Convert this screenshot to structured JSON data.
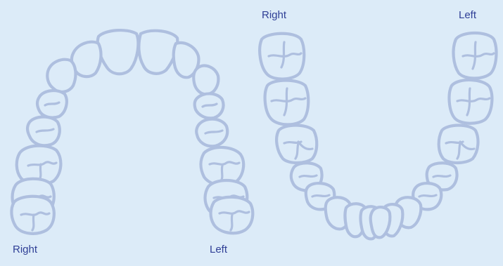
{
  "upper_arch": {
    "right_label": "Right",
    "left_label": "Left"
  },
  "lower_arch": {
    "right_label": "Right",
    "left_label": "Left"
  },
  "colors": {
    "background": "#dcebf8",
    "tooth_outline": "#aebfdf",
    "label_text": "#2f3f96"
  }
}
